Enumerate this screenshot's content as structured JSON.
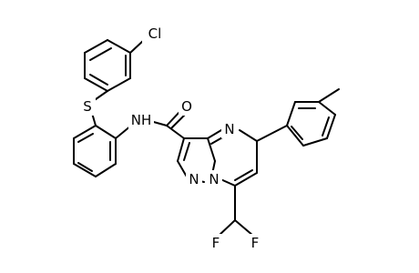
{
  "molecule": {
    "atoms": {
      "cl": "Cl",
      "s": "S",
      "nh": "NH",
      "o": "O",
      "n_ring": "N",
      "n_bridge": "N",
      "n_pyrazole": "N",
      "f_left": "F",
      "f_right": "F"
    },
    "colors": {
      "bond": "#000000",
      "label": "#000000",
      "background": "#ffffff"
    }
  }
}
